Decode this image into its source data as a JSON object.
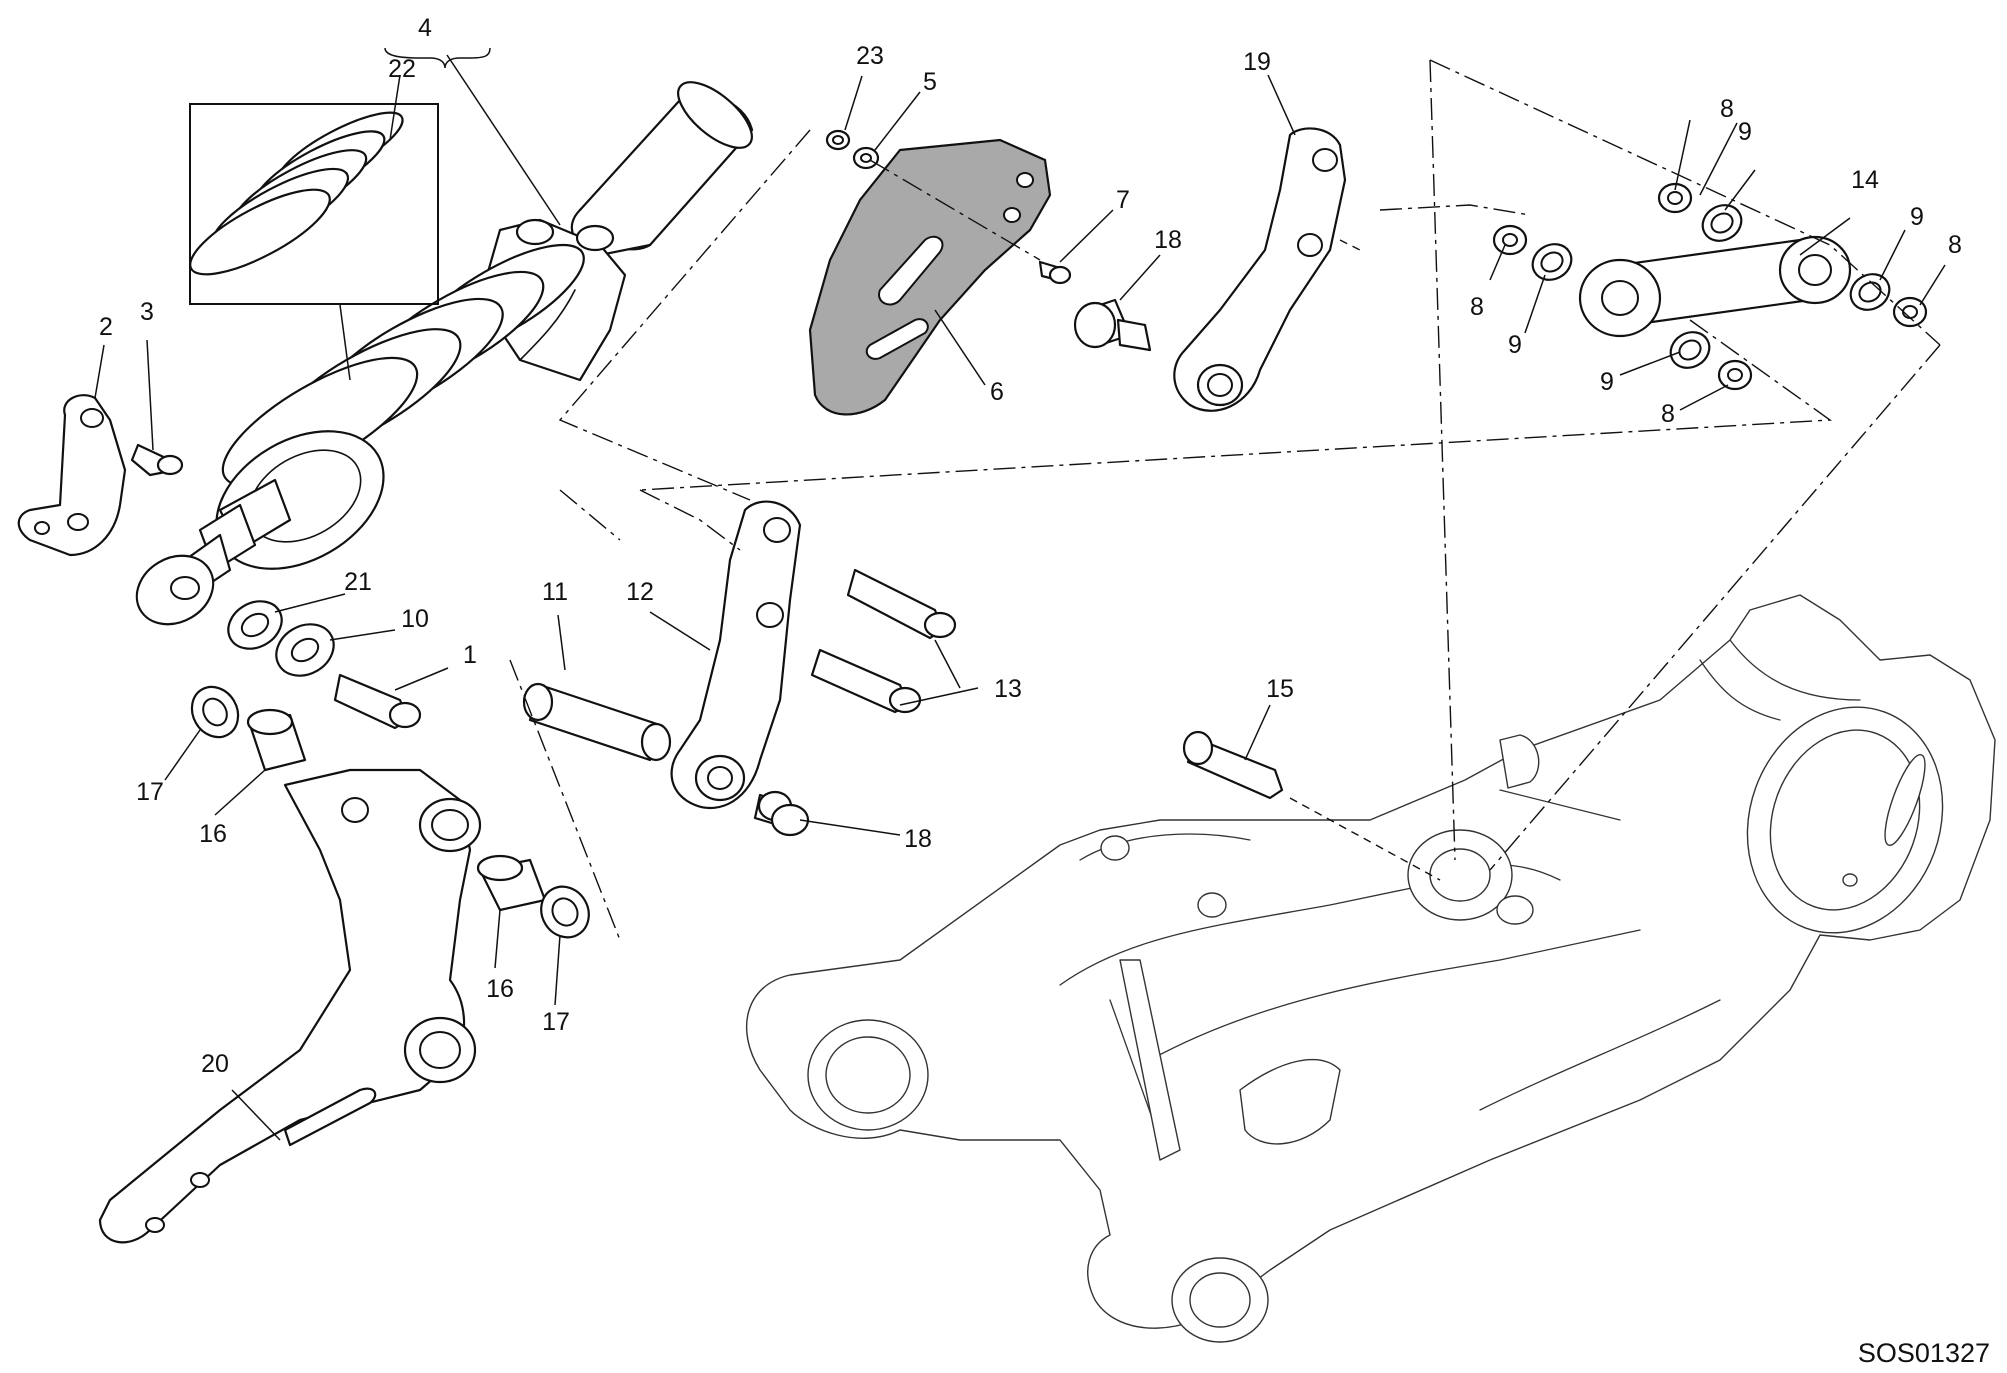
{
  "diagram": {
    "drawing_code": "SOS01327",
    "callouts": [
      "1",
      "2",
      "3",
      "4",
      "5",
      "6",
      "7",
      "8",
      "9",
      "10",
      "11",
      "12",
      "13",
      "14",
      "15",
      "16",
      "17",
      "18",
      "19",
      "20",
      "21",
      "22",
      "23"
    ]
  }
}
